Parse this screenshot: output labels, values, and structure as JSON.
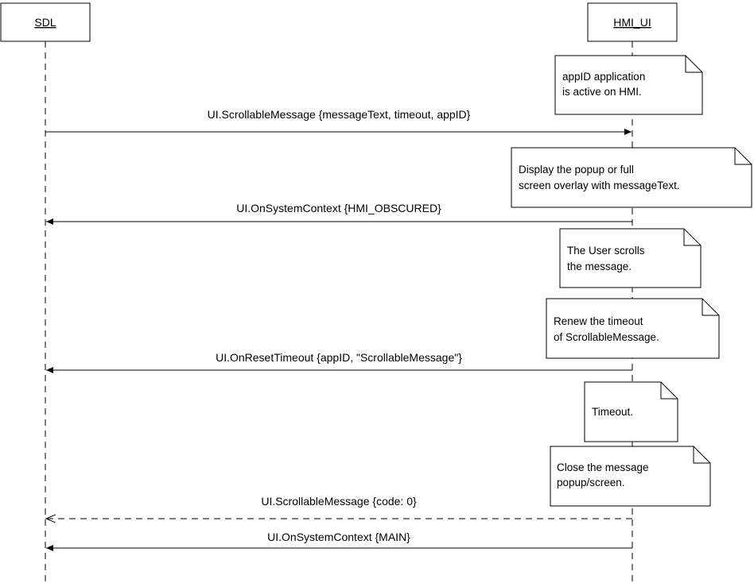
{
  "participants": [
    {
      "id": "sdl",
      "label": "SDL"
    },
    {
      "id": "hmi",
      "label": "HMI_UI"
    }
  ],
  "notes": [
    {
      "lines": [
        "appID application",
        "is active on HMI."
      ]
    },
    {
      "lines": [
        "Display the popup or full",
        "screen overlay with messageText."
      ]
    },
    {
      "lines": [
        "The User scrolls",
        "the message."
      ]
    },
    {
      "lines": [
        "Renew the timeout",
        "of ScrollableMessage."
      ]
    },
    {
      "lines": [
        "Timeout."
      ]
    },
    {
      "lines": [
        "Close the message",
        "popup/screen."
      ]
    }
  ],
  "messages": [
    {
      "label": "UI.ScrollableMessage {messageText, timeout, appID}",
      "from": "sdl",
      "to": "hmi",
      "style": "solid"
    },
    {
      "label": "UI.OnSystemContext {HMI_OBSCURED}",
      "from": "hmi",
      "to": "sdl",
      "style": "solid"
    },
    {
      "label": "UI.OnResetTimeout {appID, \"ScrollableMessage\"}",
      "from": "hmi",
      "to": "sdl",
      "style": "solid"
    },
    {
      "label": "UI.ScrollableMessage {code: 0}",
      "from": "hmi",
      "to": "sdl",
      "style": "dashed"
    },
    {
      "label": "UI.OnSystemContext {MAIN}",
      "from": "hmi",
      "to": "sdl",
      "style": "solid"
    }
  ]
}
